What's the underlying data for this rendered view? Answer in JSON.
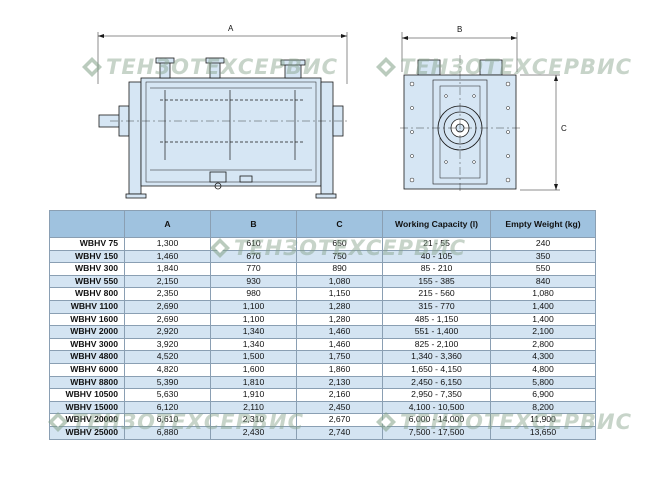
{
  "drawing": {
    "dim_front": "A",
    "dim_side_width": "B",
    "dim_side_height": "C"
  },
  "watermark_text": "ТЕНЗОТЕХСЕРВИС",
  "table": {
    "headers": [
      "",
      "A",
      "B",
      "C",
      "Working Capacity (l)",
      "Empty Weight (kg)"
    ],
    "rows": [
      [
        "WBHV 75",
        "1,300",
        "610",
        "650",
        "21 - 55",
        "240"
      ],
      [
        "WBHV 150",
        "1,460",
        "670",
        "750",
        "40 - 105",
        "350"
      ],
      [
        "WBHV 300",
        "1,840",
        "770",
        "890",
        "85 - 210",
        "550"
      ],
      [
        "WBHV 550",
        "2,150",
        "930",
        "1,080",
        "155 - 385",
        "840"
      ],
      [
        "WBHV 800",
        "2,350",
        "980",
        "1,150",
        "215 - 560",
        "1,080"
      ],
      [
        "WBHV 1100",
        "2,690",
        "1,100",
        "1,280",
        "315 - 770",
        "1,400"
      ],
      [
        "WBHV 1600",
        "2,690",
        "1,100",
        "1,280",
        "485 - 1,150",
        "1,400"
      ],
      [
        "WBHV 2000",
        "2,920",
        "1,340",
        "1,460",
        "551 - 1,400",
        "2,100"
      ],
      [
        "WBHV 3000",
        "3,920",
        "1,340",
        "1,460",
        "825 - 2,100",
        "2,800"
      ],
      [
        "WBHV 4800",
        "4,520",
        "1,500",
        "1,750",
        "1,340 - 3,360",
        "4,300"
      ],
      [
        "WBHV 6000",
        "4,820",
        "1,600",
        "1,860",
        "1,650 - 4,150",
        "4,800"
      ],
      [
        "WBHV 8800",
        "5,390",
        "1,810",
        "2,130",
        "2,450 - 6,150",
        "5,800"
      ],
      [
        "WBHV 10500",
        "5,630",
        "1,910",
        "2,160",
        "2,950 - 7,350",
        "6,900"
      ],
      [
        "WBHV 15000",
        "6,120",
        "2,110",
        "2,450",
        "4,100 - 10,500",
        "8,200"
      ],
      [
        "WBHV 20000",
        "6,610",
        "2,310",
        "2,670",
        "6,000 - 14,000",
        "11,900"
      ],
      [
        "WBHV 25000",
        "6,880",
        "2,430",
        "2,740",
        "7,500 - 17,500",
        "13,650"
      ]
    ]
  },
  "colors": {
    "header_bg": "#9fc2df",
    "stripe_bg": "#d4e4f2",
    "machine_fill": "#d6e6f4",
    "line": "#1a1a1a"
  }
}
